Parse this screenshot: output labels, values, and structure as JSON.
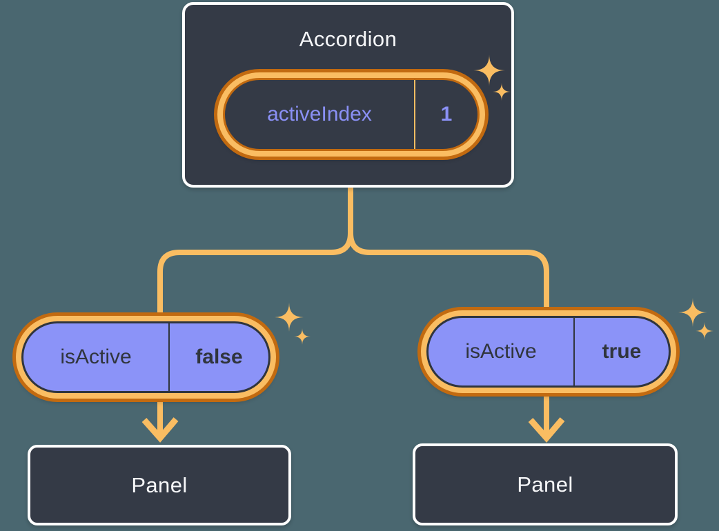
{
  "colors": {
    "background": "#4A6770",
    "card-bg": "#343A46",
    "card-border": "#FFFFFF",
    "text-light": "#F6F7F9",
    "text-dark": "#30353D",
    "purple-fill": "#8B93F8",
    "purple-text": "#8A90F5",
    "orange": "#FABD62",
    "orange-dark": "#C26A10"
  },
  "icons": {
    "sparkle": "sparkle-icon",
    "arrow": "arrow-down-icon"
  },
  "tree": {
    "root": {
      "title": "Accordion",
      "pill": {
        "label": "activeIndex",
        "value": "1"
      }
    },
    "children": [
      {
        "pill": {
          "label": "isActive",
          "value": "false"
        },
        "panel": {
          "title": "Panel"
        }
      },
      {
        "pill": {
          "label": "isActive",
          "value": "true"
        },
        "panel": {
          "title": "Panel"
        }
      }
    ]
  }
}
